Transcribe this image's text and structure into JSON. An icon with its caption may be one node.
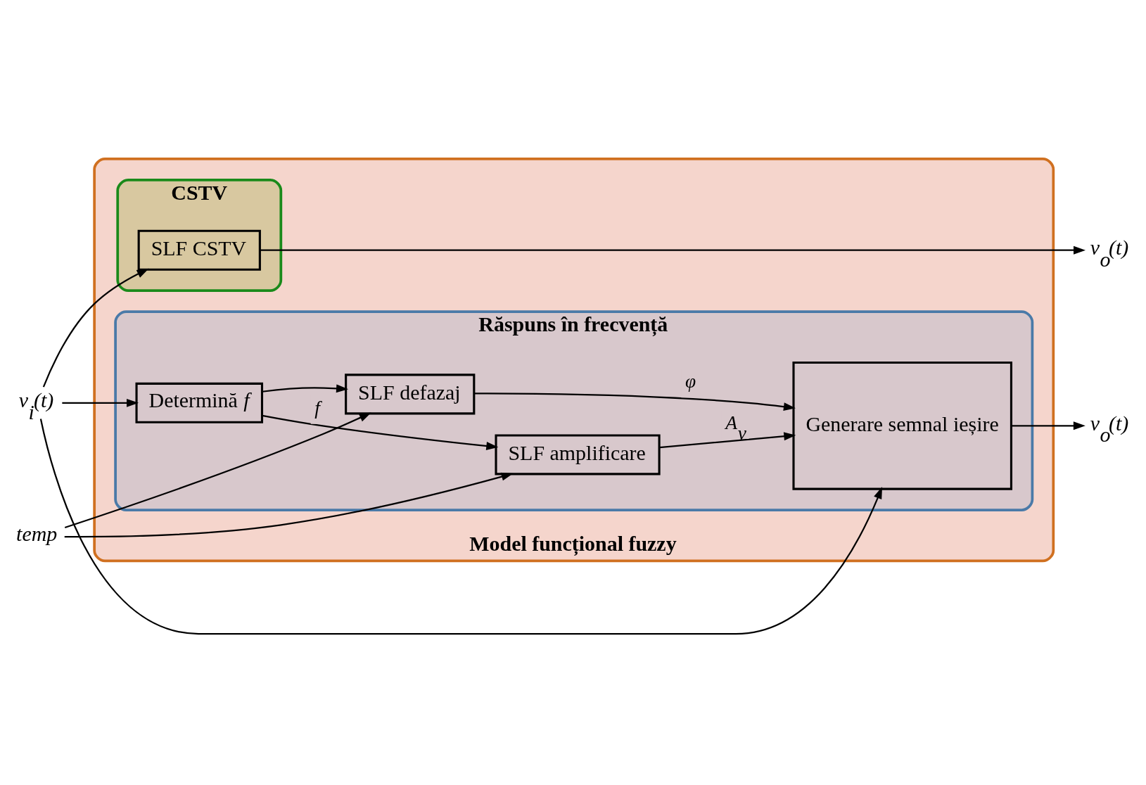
{
  "diagram": {
    "nodes": [
      {
        "text": [
          "Model funcțional fuzzy"
        ]
      },
      {
        "text": [
          "Răspuns în frecvență"
        ],
        "in": 0
      },
      {
        "text": [
          "temp"
        ]
      },
      {
        "text": [
          "v$_{i}$(t)"
        ]
      },
      {
        "text": [
          "Determină *f*"
        ],
        "in": 1
      },
      {
        "text": [
          "SLF defazaj"
        ],
        "in": 1
      },
      {
        "text": [
          "SLF amplificare"
        ],
        "in": 1
      },
      {
        "text": [
          "Generare semnal ieșire"
        ],
        "in": 1
      },
      {
        "text": [
          "CSTV"
        ],
        "in": 0
      },
      {
        "text": [
          "SLF CSTV"
        ],
        "in": 8
      },
      {
        "text": [
          "v$_{o}$(t)"
        ]
      },
      {
        "text": [
          "v$_{o}$(t)"
        ]
      }
    ],
    "edges": [
      {
        "from": 2,
        "to": 5,
        "arrow": "to"
      },
      {
        "from": 2,
        "to": 6,
        "arrow": "to"
      },
      {
        "from": 3,
        "to": 4,
        "arrow": "to"
      },
      {
        "from": 3,
        "to": 7,
        "arrow": "to"
      },
      {
        "from": 3,
        "to": 9,
        "arrow": "to"
      },
      {
        "from": 4,
        "to": 5,
        "arrow": "to"
      },
      {
        "from": 4,
        "to": 6,
        "arrow": "to",
        "label": "f"
      },
      {
        "from": 5,
        "to": 7,
        "arrow": "to",
        "label": "φ"
      },
      {
        "from": 6,
        "to": 7,
        "arrow": "to",
        "label": "A$_{v}$"
      },
      {
        "from": 7,
        "to": 10,
        "arrow": "to"
      },
      {
        "from": 9,
        "to": 11,
        "arrow": "to"
      }
    ]
  }
}
